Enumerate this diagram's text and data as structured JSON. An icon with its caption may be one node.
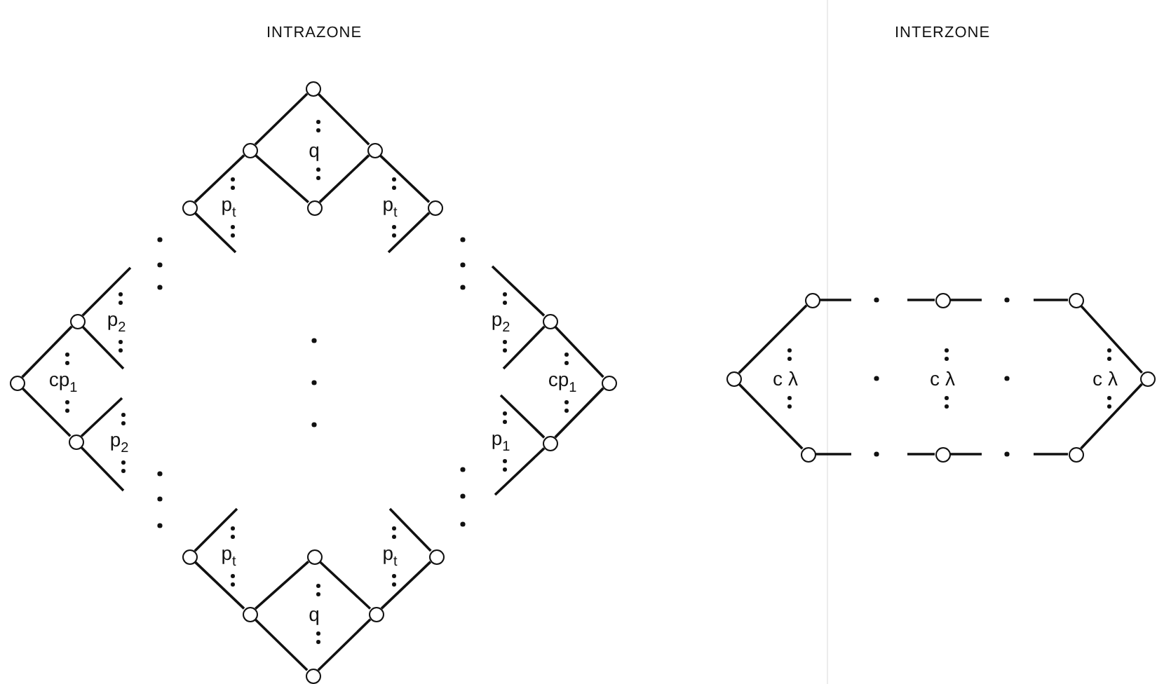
{
  "diagram": {
    "nodes": [
      {
        "text": [],
        "shape": "circle"
      },
      {
        "text": [],
        "shape": "circle"
      },
      {
        "text": [],
        "shape": "circle"
      },
      {
        "text": [],
        "shape": "circle"
      },
      {
        "text": [],
        "shape": "circle"
      },
      {
        "text": [],
        "shape": "circle"
      },
      {
        "text": [],
        "shape": "circle"
      },
      {
        "text": [],
        "shape": "circle"
      },
      {
        "text": [],
        "shape": "circle"
      },
      {
        "text": [],
        "shape": "circle"
      },
      {
        "text": [],
        "shape": "circle"
      },
      {
        "text": [],
        "shape": "circle"
      },
      {
        "text": [],
        "shape": "circle"
      },
      {
        "text": [],
        "shape": "circle"
      },
      {
        "text": [],
        "shape": "circle"
      },
      {
        "text": [],
        "shape": "circle"
      },
      {
        "text": [],
        "shape": "circle"
      },
      {
        "text": [],
        "shape": "circle"
      },
      {
        "text": [],
        "shape": "circle"
      },
      {
        "text": [],
        "shape": "circle"
      },
      {
        "text": [],
        "shape": "circle"
      },
      {
        "text": [],
        "shape": "circle"
      },
      {
        "text": [],
        "shape": "circle"
      },
      {
        "text": [],
        "shape": "circle"
      },
      {
        "text": [],
        "shape": "circle"
      },
      {
        "text": [],
        "shape": "circle"
      }
    ],
    "edges": [
      {
        "from": 0,
        "to": 1,
        "arrow": "none"
      },
      {
        "from": 0,
        "to": 2,
        "arrow": "none"
      },
      {
        "from": 1,
        "to": 4,
        "arrow": "none"
      },
      {
        "from": 2,
        "to": 4,
        "arrow": "none"
      },
      {
        "from": 1,
        "to": 3,
        "arrow": "none"
      },
      {
        "from": 2,
        "to": 5,
        "arrow": "none"
      },
      {
        "from": 3,
        "to": null,
        "arrow": "none"
      },
      {
        "from": 5,
        "to": null,
        "arrow": "none"
      },
      {
        "from": 11,
        "to": 9,
        "arrow": "none"
      },
      {
        "from": 11,
        "to": 15,
        "arrow": "none"
      },
      {
        "from": 9,
        "to": null,
        "arrow": "none"
      },
      {
        "from": 9,
        "to": null,
        "arrow": "none"
      },
      {
        "from": 15,
        "to": null,
        "arrow": "none"
      },
      {
        "from": 15,
        "to": null,
        "arrow": "none"
      },
      {
        "from": 12,
        "to": 10,
        "arrow": "none"
      },
      {
        "from": 12,
        "to": 16,
        "arrow": "none"
      },
      {
        "from": 10,
        "to": null,
        "arrow": "none"
      },
      {
        "from": 10,
        "to": null,
        "arrow": "none"
      },
      {
        "from": 16,
        "to": null,
        "arrow": "none"
      },
      {
        "from": 16,
        "to": null,
        "arrow": "none"
      },
      {
        "from": 20,
        "to": null,
        "arrow": "none"
      },
      {
        "from": 20,
        "to": 23,
        "arrow": "none"
      },
      {
        "from": 23,
        "to": 25,
        "arrow": "none"
      },
      {
        "from": 23,
        "to": 21,
        "arrow": "none"
      },
      {
        "from": 21,
        "to": 24,
        "arrow": "none"
      },
      {
        "from": 24,
        "to": 25,
        "arrow": "none"
      },
      {
        "from": 24,
        "to": 22,
        "arrow": "none"
      },
      {
        "from": 22,
        "to": null,
        "arrow": "none"
      },
      {
        "from": 13,
        "to": 6,
        "arrow": "none"
      },
      {
        "from": 13,
        "to": 17,
        "arrow": "none"
      },
      {
        "from": 6,
        "to": null,
        "arrow": "none"
      },
      {
        "from": 7,
        "to": null,
        "arrow": "none"
      },
      {
        "from": 7,
        "to": null,
        "arrow": "none"
      },
      {
        "from": 8,
        "to": null,
        "arrow": "none"
      },
      {
        "from": 8,
        "to": 14,
        "arrow": "none"
      },
      {
        "from": 14,
        "to": 19,
        "arrow": "none"
      },
      {
        "from": 17,
        "to": null,
        "arrow": "none"
      },
      {
        "from": 18,
        "to": null,
        "arrow": "none"
      },
      {
        "from": 18,
        "to": null,
        "arrow": "none"
      },
      {
        "from": 19,
        "to": null,
        "arrow": "none"
      }
    ],
    "labels": [
      "INTRAZONE",
      "INTERZONE",
      "q",
      "p$_{t}$",
      "p$_{t}$",
      "p$_{2}$",
      "p$_{2}$",
      "cp$_{1}$",
      "cp$_{1}$",
      "c λ",
      "c λ",
      "c λ",
      "p$_{2}$",
      "p$_{1}$",
      "p$_{t}$",
      "p$_{t}$",
      "q"
    ]
  }
}
